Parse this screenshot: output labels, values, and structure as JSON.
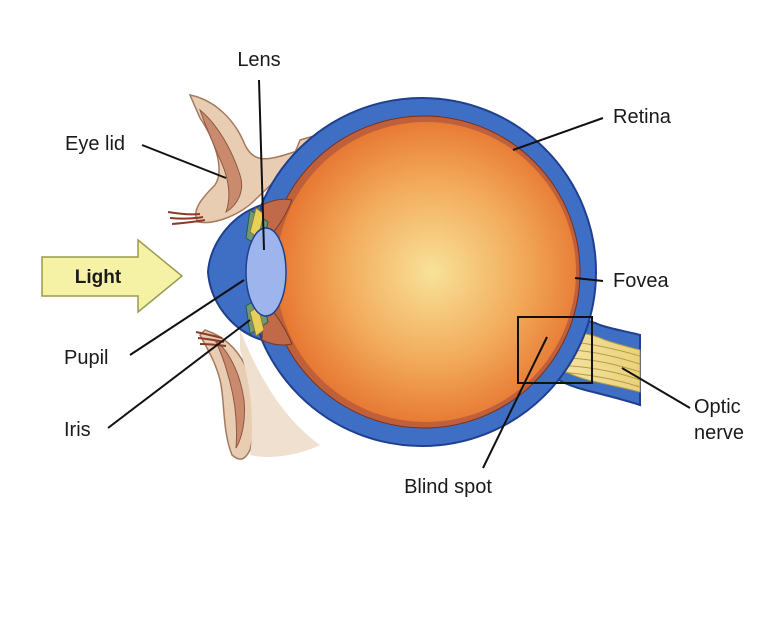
{
  "labels": {
    "lens": "Lens",
    "eye_lid": "Eye lid",
    "retina": "Retina",
    "light": "Light",
    "fovea": "Fovea",
    "pupil": "Pupil",
    "iris": "Iris",
    "optic_nerve_line1": "Optic",
    "optic_nerve_line2": "nerve",
    "blind_spot": "Blind spot"
  },
  "colors": {
    "eyeball_center": "#f7d98a",
    "eyeball_edge": "#e5762e",
    "sclera_blue": "#3f6fc4",
    "sclera_outline": "#1f3f8f",
    "lens_blue": "#9db5ec",
    "eyelid_skin": "#d9a98a",
    "light_arrow": "#f5f2a5",
    "nerve_yellow": "#f3df8e"
  }
}
